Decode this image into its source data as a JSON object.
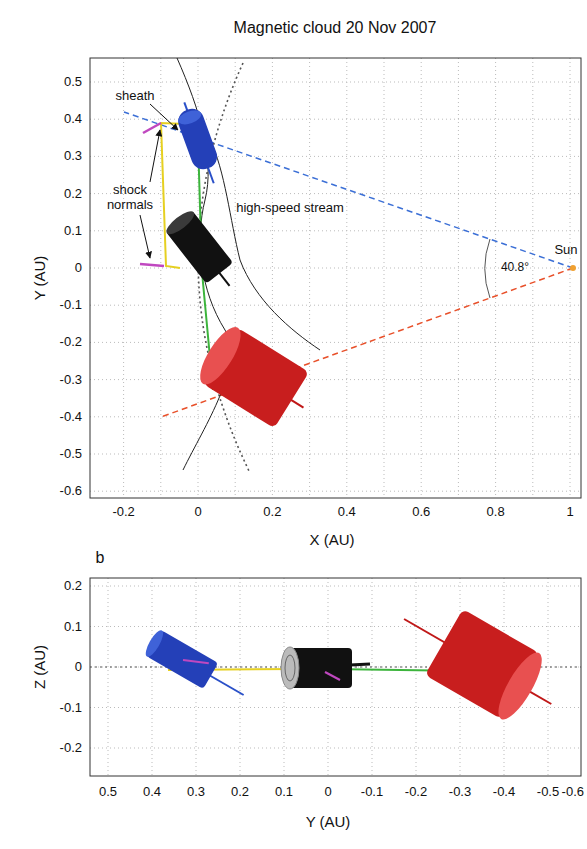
{
  "diagram": {
    "title": "Magnetic cloud  20 Nov 2007",
    "labels": [
      "0.5",
      "0.4",
      "0.3",
      "0.2",
      "0.1",
      "0",
      "-0.1",
      "-0.2",
      "-0.3",
      "-0.4",
      "-0.5",
      "-0.6",
      "Y (AU)",
      "-0.2",
      "0",
      "0.2",
      "0.4",
      "0.6",
      "0.8",
      "1",
      "X (AU)",
      "sheath",
      "shock normals",
      "high-speed stream",
      "Sun",
      "40.8°",
      "b",
      "0.2",
      "0.1",
      "0",
      "-0.1",
      "-0.2",
      "Z (AU)",
      "0.5",
      "0.4",
      "0.3",
      "0.2",
      "0.1",
      "0",
      "-0.1",
      "-0.2",
      "-0.3",
      "-0.4",
      "-0.5",
      "-0.6",
      "Y (AU)"
    ]
  }
}
